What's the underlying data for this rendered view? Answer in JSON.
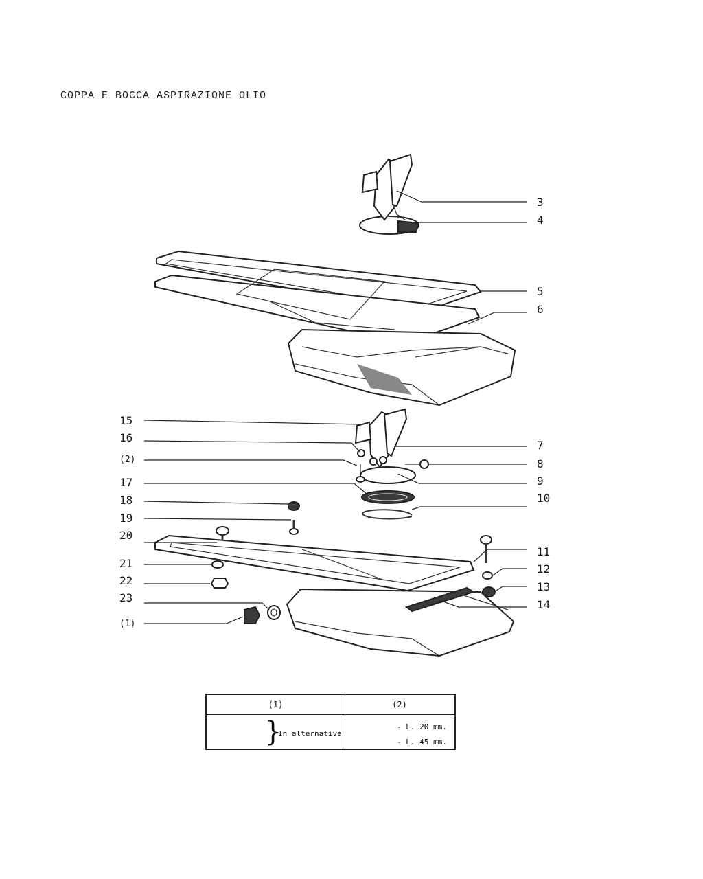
{
  "title": "COPPA E BOCCA ASPIRAZIONE OLIO",
  "callouts_right": [
    "3",
    "4",
    "5",
    "6",
    "7",
    "8",
    "9",
    "10",
    "11",
    "12",
    "13",
    "14"
  ],
  "callouts_left": [
    "15",
    "16",
    "(2)",
    "17",
    "18",
    "19",
    "20",
    "21",
    "22",
    "23",
    "(1)"
  ],
  "notes_table": {
    "header_1": "(1)",
    "header_2": "(2)",
    "alternative_text": "In alternativa",
    "length_1": "- L. 20 mm.",
    "length_2": "- L. 45 mm."
  }
}
